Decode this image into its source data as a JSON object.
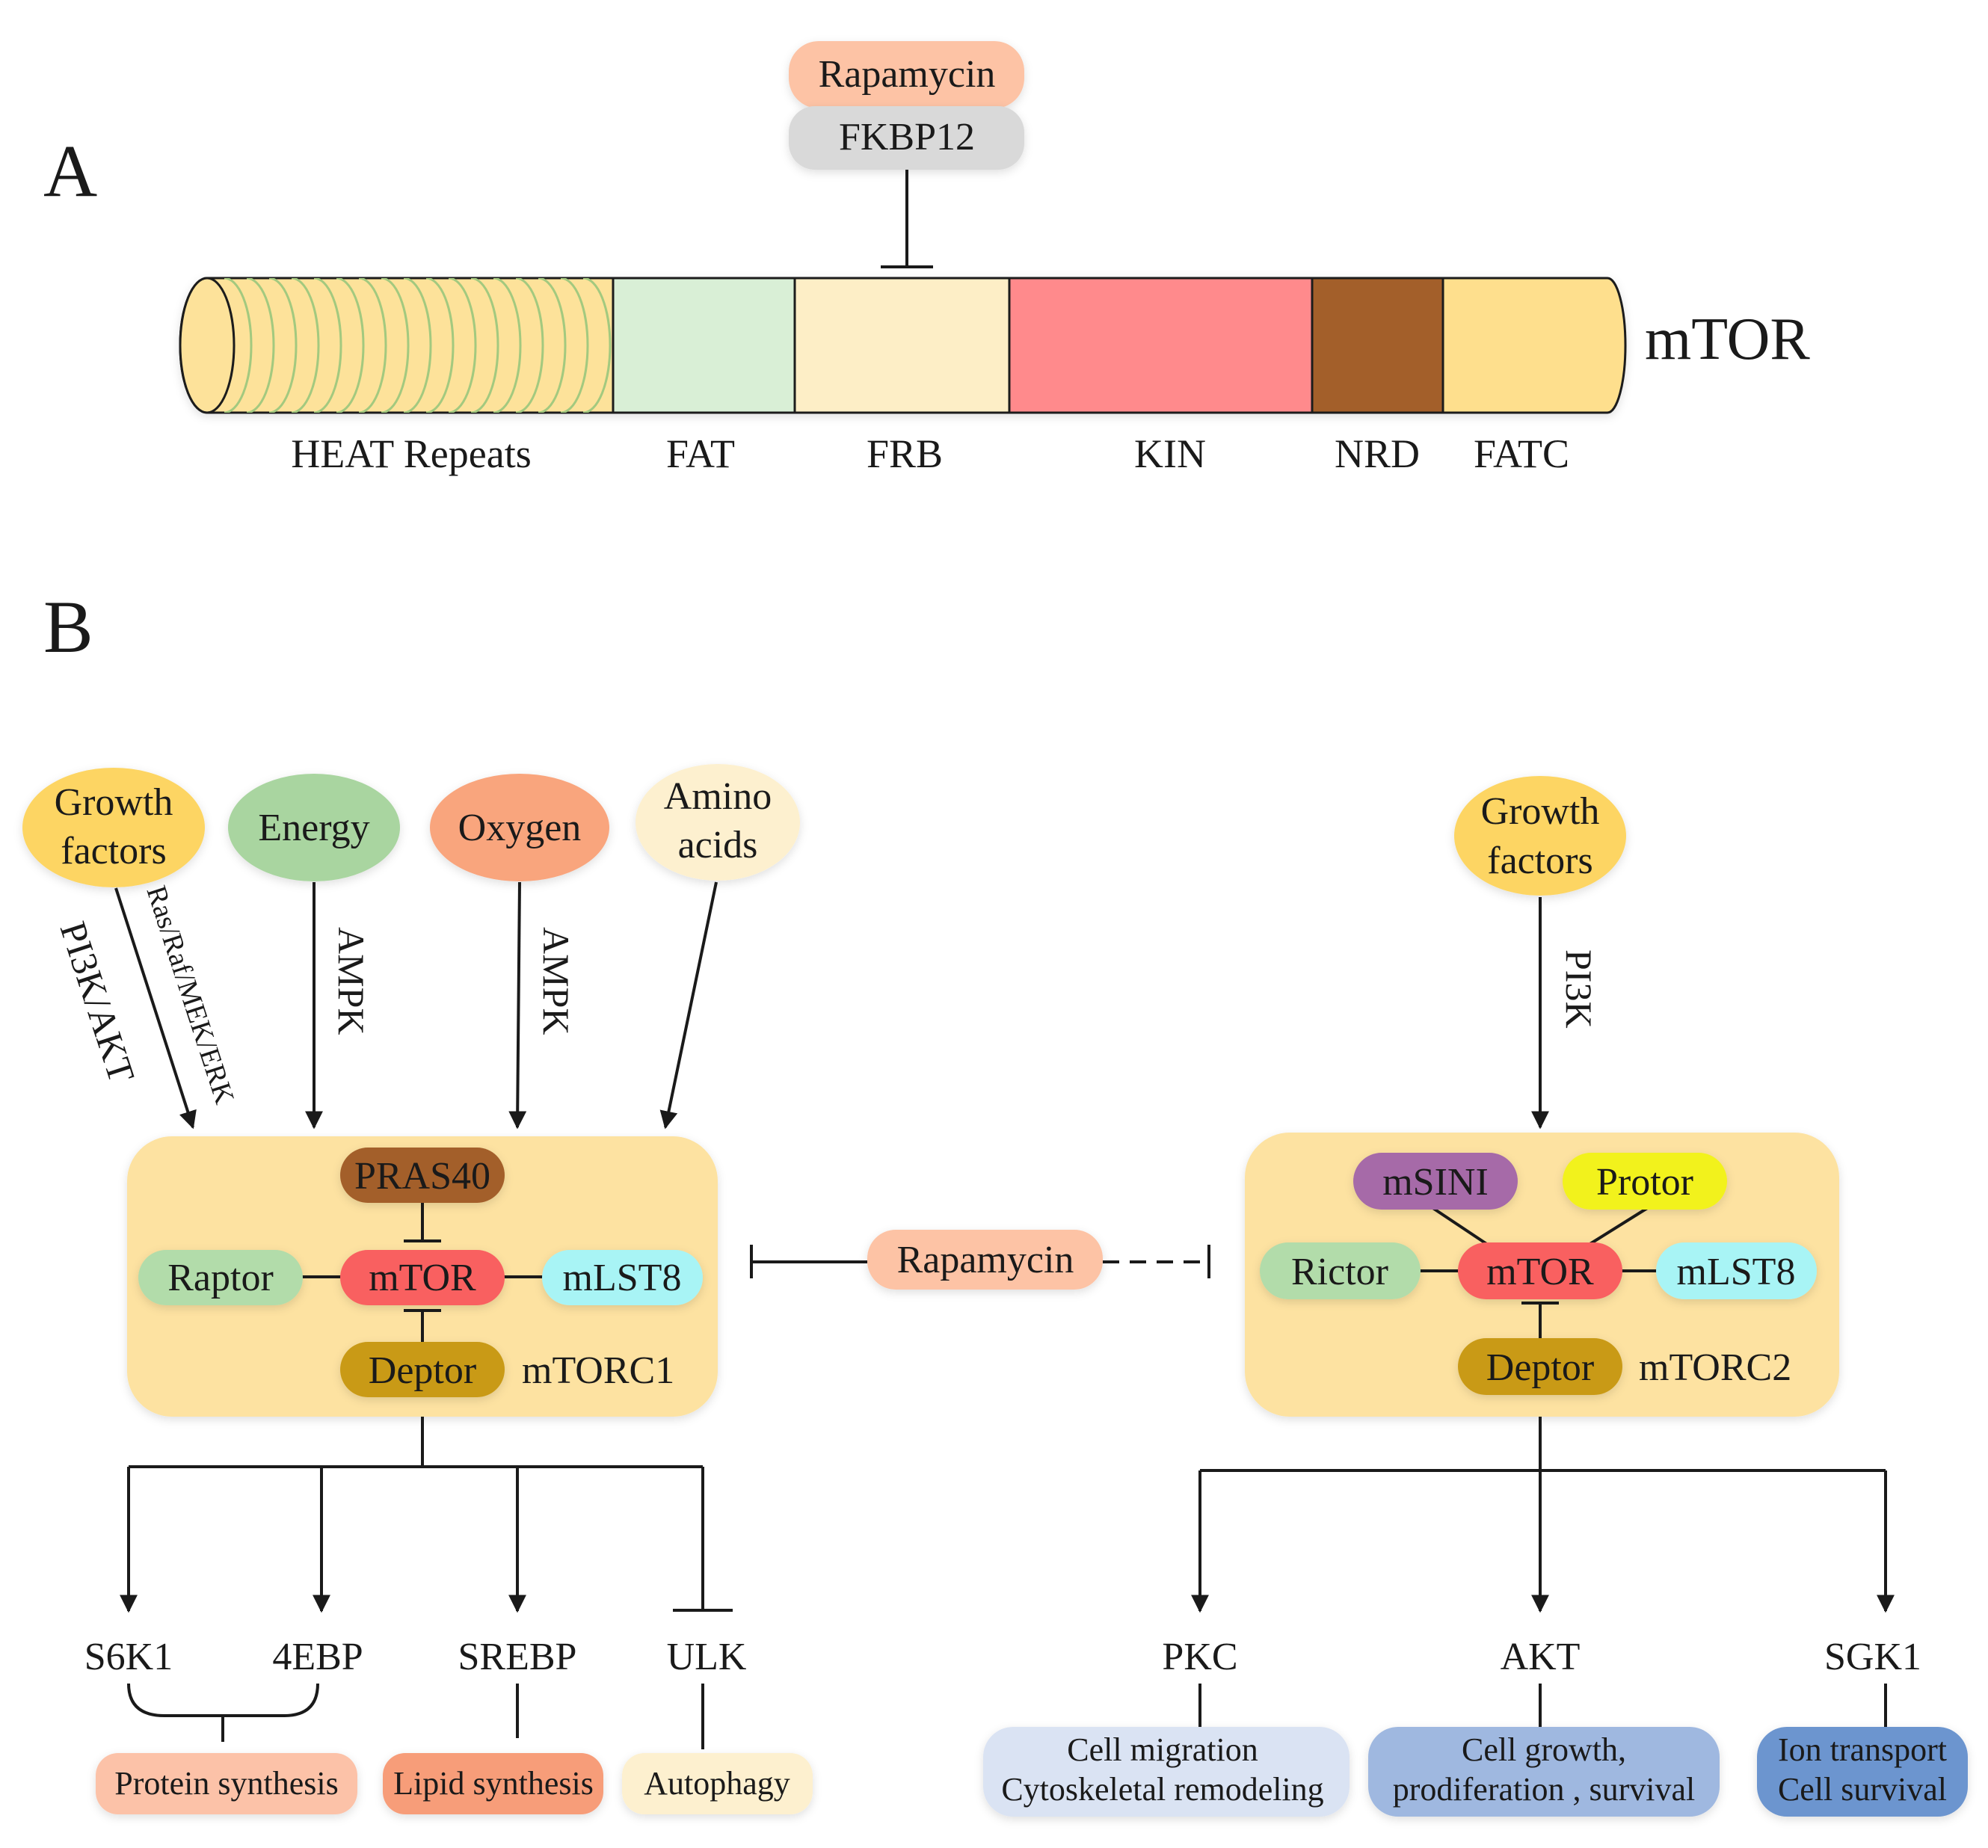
{
  "panel_a": {
    "letter": "A",
    "protein_label": "mTOR",
    "inhibitor_top": "Rapamycin",
    "inhibitor_bottom": "FKBP12",
    "domains": [
      {
        "label": "HEAT Repeats",
        "color": "#fde29a"
      },
      {
        "label": "FAT",
        "color": "#d9efd6"
      },
      {
        "label": "FRB",
        "color": "#fdeec6"
      },
      {
        "label": "KIN",
        "color": "#ff8a8c"
      },
      {
        "label": "NRD",
        "color": "#a35f2b"
      },
      {
        "label": "FATC",
        "color": "#fedf8d"
      }
    ]
  },
  "panel_b": {
    "letter": "B",
    "rapamycin": "Rapamycin",
    "inputs": {
      "growth": "Growth factors",
      "growth_line1": "Growth",
      "growth_line2": "factors",
      "energy": "Energy",
      "oxygen": "Oxygen",
      "amino_line1": "Amino",
      "amino_line2": "acids"
    },
    "pathways": {
      "pi3k_akt": "PI3K/AKT",
      "ras": "Ras/Raf/MEK/ERK",
      "ampk_energy": "AMPK",
      "ampk_oxygen": "AMPK",
      "pi3k": "PI3K"
    },
    "mtorc1": {
      "name": "mTORC1",
      "core": "mTOR",
      "pras40": "PRAS40",
      "raptor": "Raptor",
      "mlst8": "mLST8",
      "deptor": "Deptor"
    },
    "mtorc2": {
      "name": "mTORC2",
      "core": "mTOR",
      "msin1": "mSINI",
      "protor": "Protor",
      "rictor": "Rictor",
      "mlst8": "mLST8",
      "deptor": "Deptor",
      "growth_line1": "Growth",
      "growth_line2": "factors"
    },
    "targets1": {
      "s6k1": "S6K1",
      "ebp": "4EBP",
      "srebp": "SREBP",
      "ulk": "ULK"
    },
    "outcomes1": {
      "protein": "Protein synthesis",
      "lipid": "Lipid synthesis",
      "autophagy": "Autophagy"
    },
    "targets2": {
      "pkc": "PKC",
      "akt": "AKT",
      "sgk1": "SGK1"
    },
    "outcomes2": {
      "pkc_line1": "Cell migration",
      "pkc_line2": "Cytoskeletal remodeling",
      "akt_line1": "Cell growth,",
      "akt_line2": "prodiferation , survival",
      "sgk_line1": "Ion transport",
      "sgk_line2": "Cell survival"
    }
  },
  "colors": {
    "growth": "#fdd563",
    "energy": "#a9d5a0",
    "oxygen": "#f9a57d",
    "amino": "#fdf0cf",
    "complex_bg": "#fde2a1",
    "mtor": "#f96060",
    "pras40": "#a35f2b",
    "raptor": "#b2dcaa",
    "mlst8": "#a8f4f5",
    "deptor": "#c99a16",
    "msin1": "#a66aa8",
    "protor": "#f2f21e",
    "rapamycin": "#fdc3a5",
    "fkbp12": "#d9d9d9",
    "protein_syn": "#fcc2a8",
    "lipid_syn": "#f79d79",
    "autophagy": "#fdf0cf",
    "cell_migration": "#dae3f3",
    "cell_growth": "#9fb8e0",
    "ion_transport": "#6c95cf"
  }
}
